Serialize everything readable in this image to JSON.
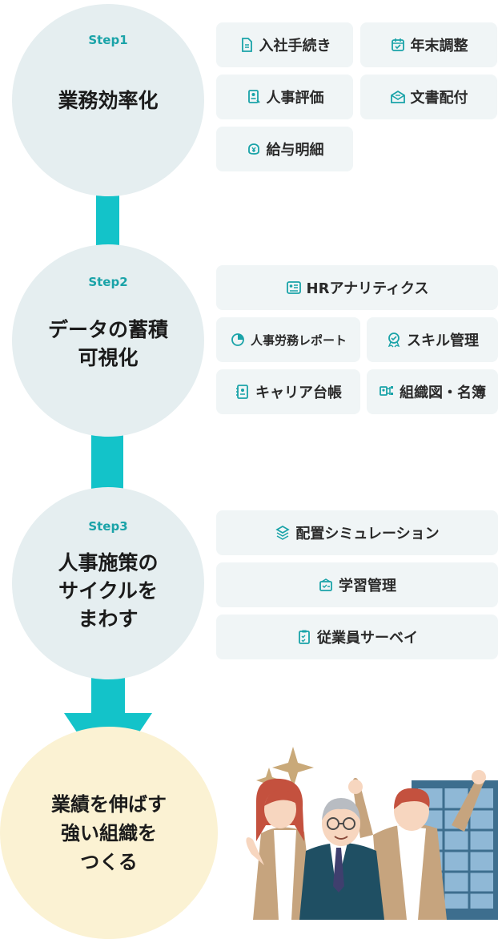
{
  "steps": [
    {
      "label": "Step1",
      "title": "業務効率化"
    },
    {
      "label": "Step2",
      "title": "データの蓄積\n可視化"
    },
    {
      "label": "Step3",
      "title": "人事施策の\nサイクルを\nまわす"
    }
  ],
  "features": {
    "step1": [
      "入社手続き",
      "年末調整",
      "人事評価",
      "文書配付",
      "給与明細"
    ],
    "step2": [
      "HRアナリティクス",
      "人事労務レポート",
      "スキル管理",
      "キャリア台帳",
      "組織図・名簿"
    ],
    "step3": [
      "配置シミュレーション",
      "学習管理",
      "従業員サーベイ"
    ]
  },
  "goal": "業績を伸ばす\n強い組織を\nつくる",
  "icons": {
    "step1": [
      "document-icon",
      "calendar-check-icon",
      "evaluation-icon",
      "mail-open-icon",
      "yen-wallet-icon"
    ],
    "step2": [
      "analytics-icon",
      "pie-chart-icon",
      "badge-icon",
      "career-book-icon",
      "org-chart-icon"
    ],
    "step3": [
      "layers-sync-icon",
      "learning-icon",
      "clipboard-icon"
    ]
  },
  "colors": {
    "accent": "#13c3c9",
    "icon": "#1aa3a8",
    "circle": "#e5eef0",
    "goal": "#fbf2d3",
    "chip": "#f0f5f6"
  }
}
